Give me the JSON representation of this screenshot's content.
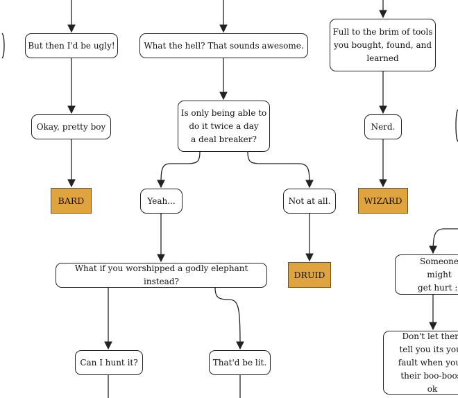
{
  "colors": {
    "result_fill": "#e0a43f",
    "result_border": "#6e5320",
    "stroke": "#222222",
    "node_fill": "#ffffff"
  },
  "nodes": {
    "ugly": "But then I'd be ugly!",
    "awesome": "What the hell? That  sounds awesome.",
    "tools": "Full to the brim of tools\nyou bought, found, and\nlearned",
    "pretty_boy": "Okay, pretty boy",
    "twice_day": "Is only being able to\ndo it twice a day\na deal breaker?",
    "nerd": "Nerd.",
    "bard": "BARD",
    "yeah": "Yeah...",
    "not_at_all": "Not at all.",
    "wizard": "WIZARD",
    "elephant": "What if you worshipped a godly elephant instead?",
    "druid": "DRUID",
    "hurt": "Someone might\nget hurt :(",
    "hunt": "Can I hunt it?",
    "lit": "That'd be lit.",
    "boo_boos": "Don't let them\ntell you its your\nfault when you f\ntheir boo-boos, ok"
  }
}
